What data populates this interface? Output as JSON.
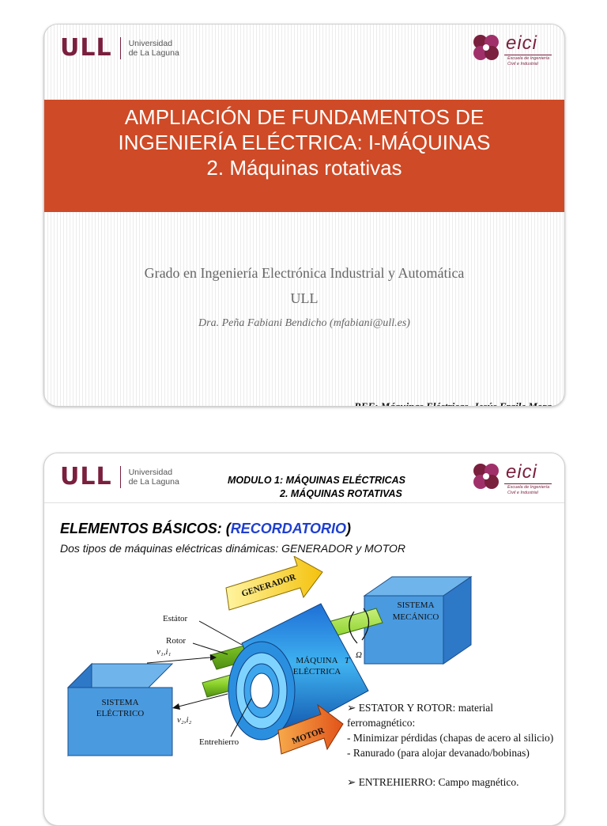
{
  "slide1": {
    "university": {
      "mark": "ULL",
      "line1": "Universidad",
      "line2": "de La Laguna"
    },
    "eici": {
      "word": "eici",
      "sub1": "Escuela de Ingeniería",
      "sub2": "Civil e Industrial"
    },
    "title_line1": "AMPLIACIÓN DE FUNDAMENTOS DE",
    "title_line2": "INGENIERÍA ELÉCTRICA: I-MÁQUINAS",
    "title_line3": "2. Máquinas rotativas",
    "degree": "Grado en Ingeniería Electrónica Industrial y Automática",
    "institution": "ULL",
    "author": "Dra. Peña Fabiani Bendicho (mfabiani@ull.es)",
    "reference": "REF: Máquinas Eléctricas, Jesús Fraile Mora"
  },
  "slide2": {
    "university": {
      "mark": "ULL",
      "line1": "Universidad",
      "line2": "de La Laguna"
    },
    "eici": {
      "word": "eici",
      "sub1": "Escuela de Ingeniería",
      "sub2": "Civil e Industrial"
    },
    "module_line1": "MODULO 1: MÁQUINAS ELÉCTRICAS",
    "module_line2": "2. MÁQUINAS ROTATIVAS",
    "section_prefix": "ELEMENTOS BÁSICOS: (",
    "section_highlight": "RECORDATORIO",
    "section_suffix": ")",
    "section_subtitle": "Dos tipos de máquinas eléctricas dinámicas: GENERADOR  y  MOTOR",
    "diagram": {
      "generador": "GENERADOR",
      "motor": "MOTOR",
      "estator": "Estátor",
      "rotor": "Rotor",
      "entrehierro": "Entrehierro",
      "maquina1": "MÁQUINA",
      "maquina2": "ELÉCTRICA",
      "sistema_mec1": "SISTEMA",
      "sistema_mec2": "MECÁNICO",
      "sistema_elec1": "SISTEMA",
      "sistema_elec2": "ELÉCTRICO",
      "v1i1": "v₁,i₁",
      "v2i2": "v₂,i₂",
      "torque": "T",
      "omega": "Ω"
    },
    "bullets": {
      "b1_marker": "➢",
      "b1_text": "ESTATOR Y ROTOR: material ferromagnético:",
      "b1_item1": "- Minimizar pérdidas (chapas de acero al silicio)",
      "b1_item2": "- Ranurado (para alojar devanado/bobinas)",
      "b2_marker": "➢",
      "b2_text": "ENTREHIERRO: Campo magnético."
    }
  },
  "colors": {
    "title_band": "#cf4a26",
    "brand": "#7a1f3d",
    "highlight": "#1f3fcf"
  }
}
